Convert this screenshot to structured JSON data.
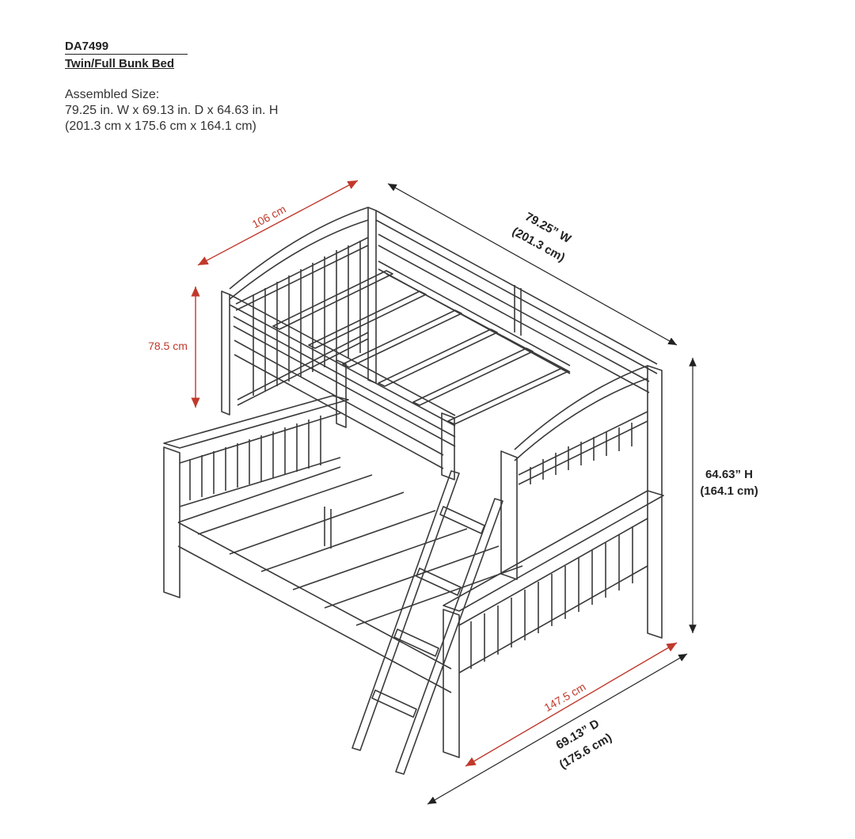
{
  "header": {
    "model_code": "DA7499",
    "product_name": "Twin/Full Bunk Bed"
  },
  "assembled": {
    "label": "Assembled Size:",
    "imperial": "79.25 in. W x 69.13 in. D x 64.63 in. H",
    "metric": "(201.3 cm x 175.6 cm x 164.1 cm)"
  },
  "dimensions": {
    "top_length": "106 cm",
    "guard_height": "78.5 cm",
    "width_in": "79.25” W",
    "width_cm": "(201.3 cm)",
    "height_in": "64.63” H",
    "height_cm": "(164.1 cm)",
    "bottom_length": "147.5 cm",
    "depth_in": "69.13” D",
    "depth_cm": "(175.6 cm)"
  },
  "colors": {
    "line": "#3a3a3a",
    "dimension_red": "#c0392b",
    "dimension_black": "#222222"
  }
}
